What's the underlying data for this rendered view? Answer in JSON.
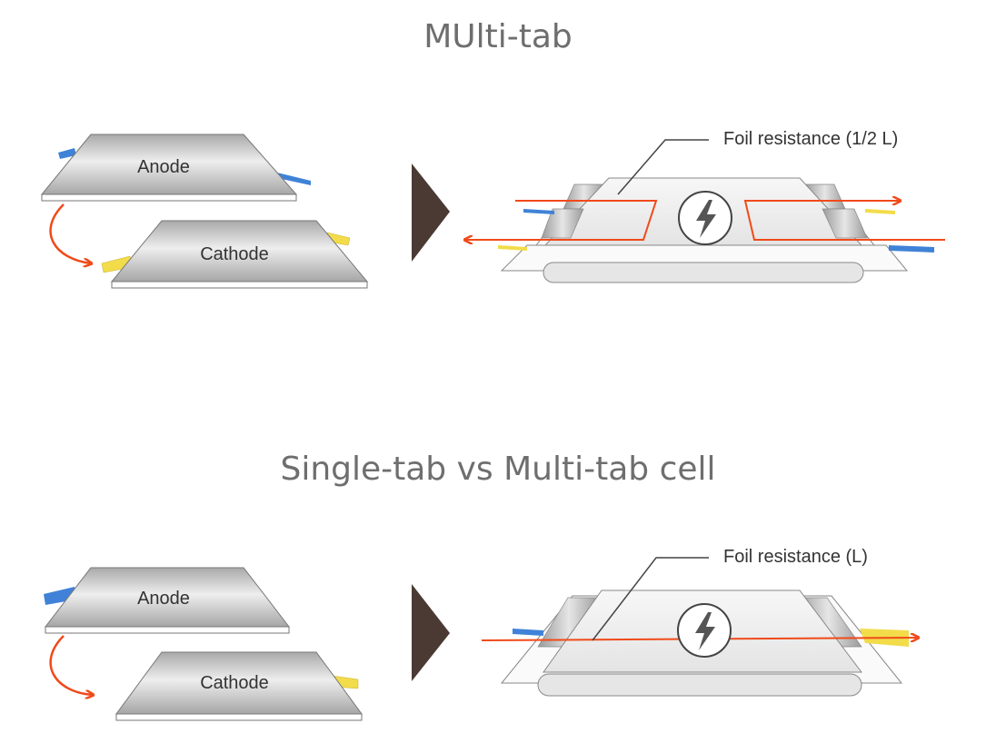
{
  "sections": {
    "top_title": "MUlti-tab",
    "bottom_title": "Single-tab vs Multi-tab cell"
  },
  "labels": {
    "anode": "Anode",
    "cathode": "Cathode",
    "foil_resistance_half": "Foil resistance (1/2 L)",
    "foil_resistance_full": "Foil resistance (L)"
  },
  "colors": {
    "arrow_red": "#f04a1a",
    "anode_tab": "#3f82d8",
    "cathode_tab": "#f2dc4a",
    "play_triangle": "#4a3a33",
    "title_gray": "#6e6e6e"
  },
  "icons": [
    "lightning-bolt-icon",
    "curved-arrow-icon",
    "play-triangle-icon"
  ]
}
